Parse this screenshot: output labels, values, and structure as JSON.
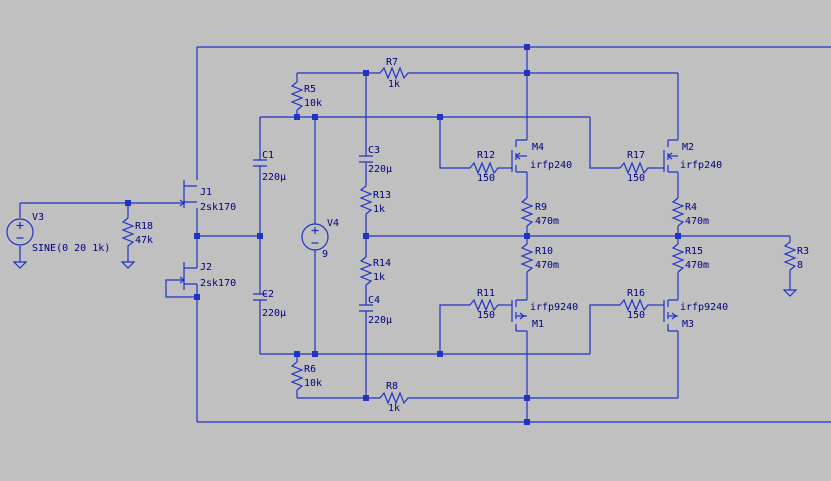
{
  "colors": {
    "background": "#c0c0c0",
    "wire": "#1f33c4",
    "text": "#000080"
  },
  "components": {
    "V3": {
      "name": "V3",
      "value": "SINE(0 20 1k)"
    },
    "V4": {
      "name": "V4",
      "value": "9"
    },
    "J1": {
      "name": "J1",
      "value": "2sk170"
    },
    "J2": {
      "name": "J2",
      "value": "2sk170"
    },
    "R18": {
      "name": "R18",
      "value": "47k"
    },
    "R5": {
      "name": "R5",
      "value": "10k"
    },
    "R6": {
      "name": "R6",
      "value": "10k"
    },
    "R7": {
      "name": "R7",
      "value": "1k"
    },
    "R8": {
      "name": "R8",
      "value": "1k"
    },
    "R13": {
      "name": "R13",
      "value": "1k"
    },
    "R14": {
      "name": "R14",
      "value": "1k"
    },
    "R12": {
      "name": "R12",
      "value": "150"
    },
    "R17": {
      "name": "R17",
      "value": "150"
    },
    "R11": {
      "name": "R11",
      "value": "150"
    },
    "R16": {
      "name": "R16",
      "value": "150"
    },
    "R9": {
      "name": "R9",
      "value": "470m"
    },
    "R10": {
      "name": "R10",
      "value": "470m"
    },
    "R4": {
      "name": "R4",
      "value": "470m"
    },
    "R15": {
      "name": "R15",
      "value": "470m"
    },
    "R3": {
      "name": "R3",
      "value": "8"
    },
    "C1": {
      "name": "C1",
      "value": "220µ"
    },
    "C2": {
      "name": "C2",
      "value": "220µ"
    },
    "C3": {
      "name": "C3",
      "value": "220µ"
    },
    "C4": {
      "name": "C4",
      "value": "220µ"
    },
    "M4": {
      "name": "M4",
      "value": "irfp240"
    },
    "M2": {
      "name": "M2",
      "value": "irfp240"
    },
    "M1": {
      "name": "M1",
      "value": "irfp9240"
    },
    "M3": {
      "name": "M3",
      "value": "irfp9240"
    }
  }
}
